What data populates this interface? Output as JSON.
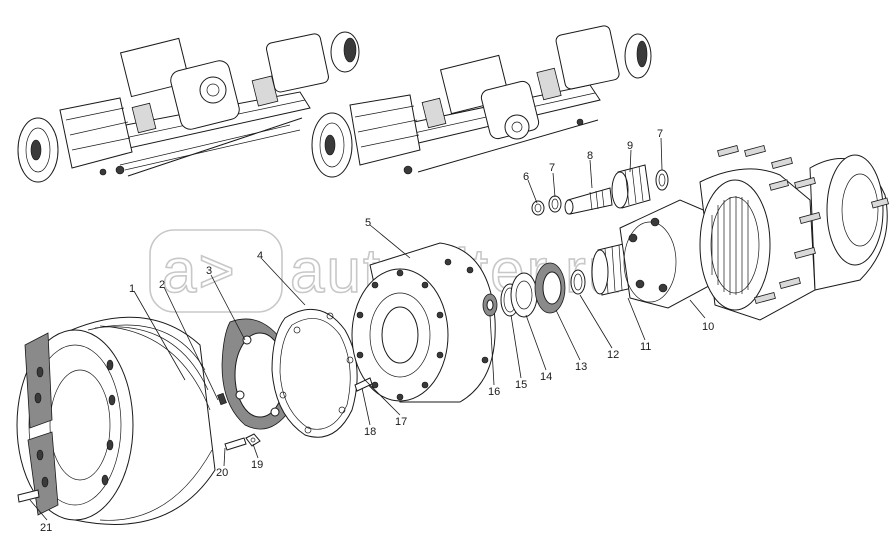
{
  "watermark": {
    "text": "autopiter.ru",
    "symbol": "a>"
  },
  "callouts": [
    "1",
    "2",
    "3",
    "4",
    "5",
    "6",
    "7",
    "8",
    "9",
    "7",
    "10",
    "11",
    "12",
    "13",
    "14",
    "15",
    "16",
    "17",
    "18",
    "19",
    "20",
    "21"
  ],
  "colors": {
    "line": "#1a1a1a",
    "background": "#ffffff",
    "watermark": "#c8c8c8"
  }
}
